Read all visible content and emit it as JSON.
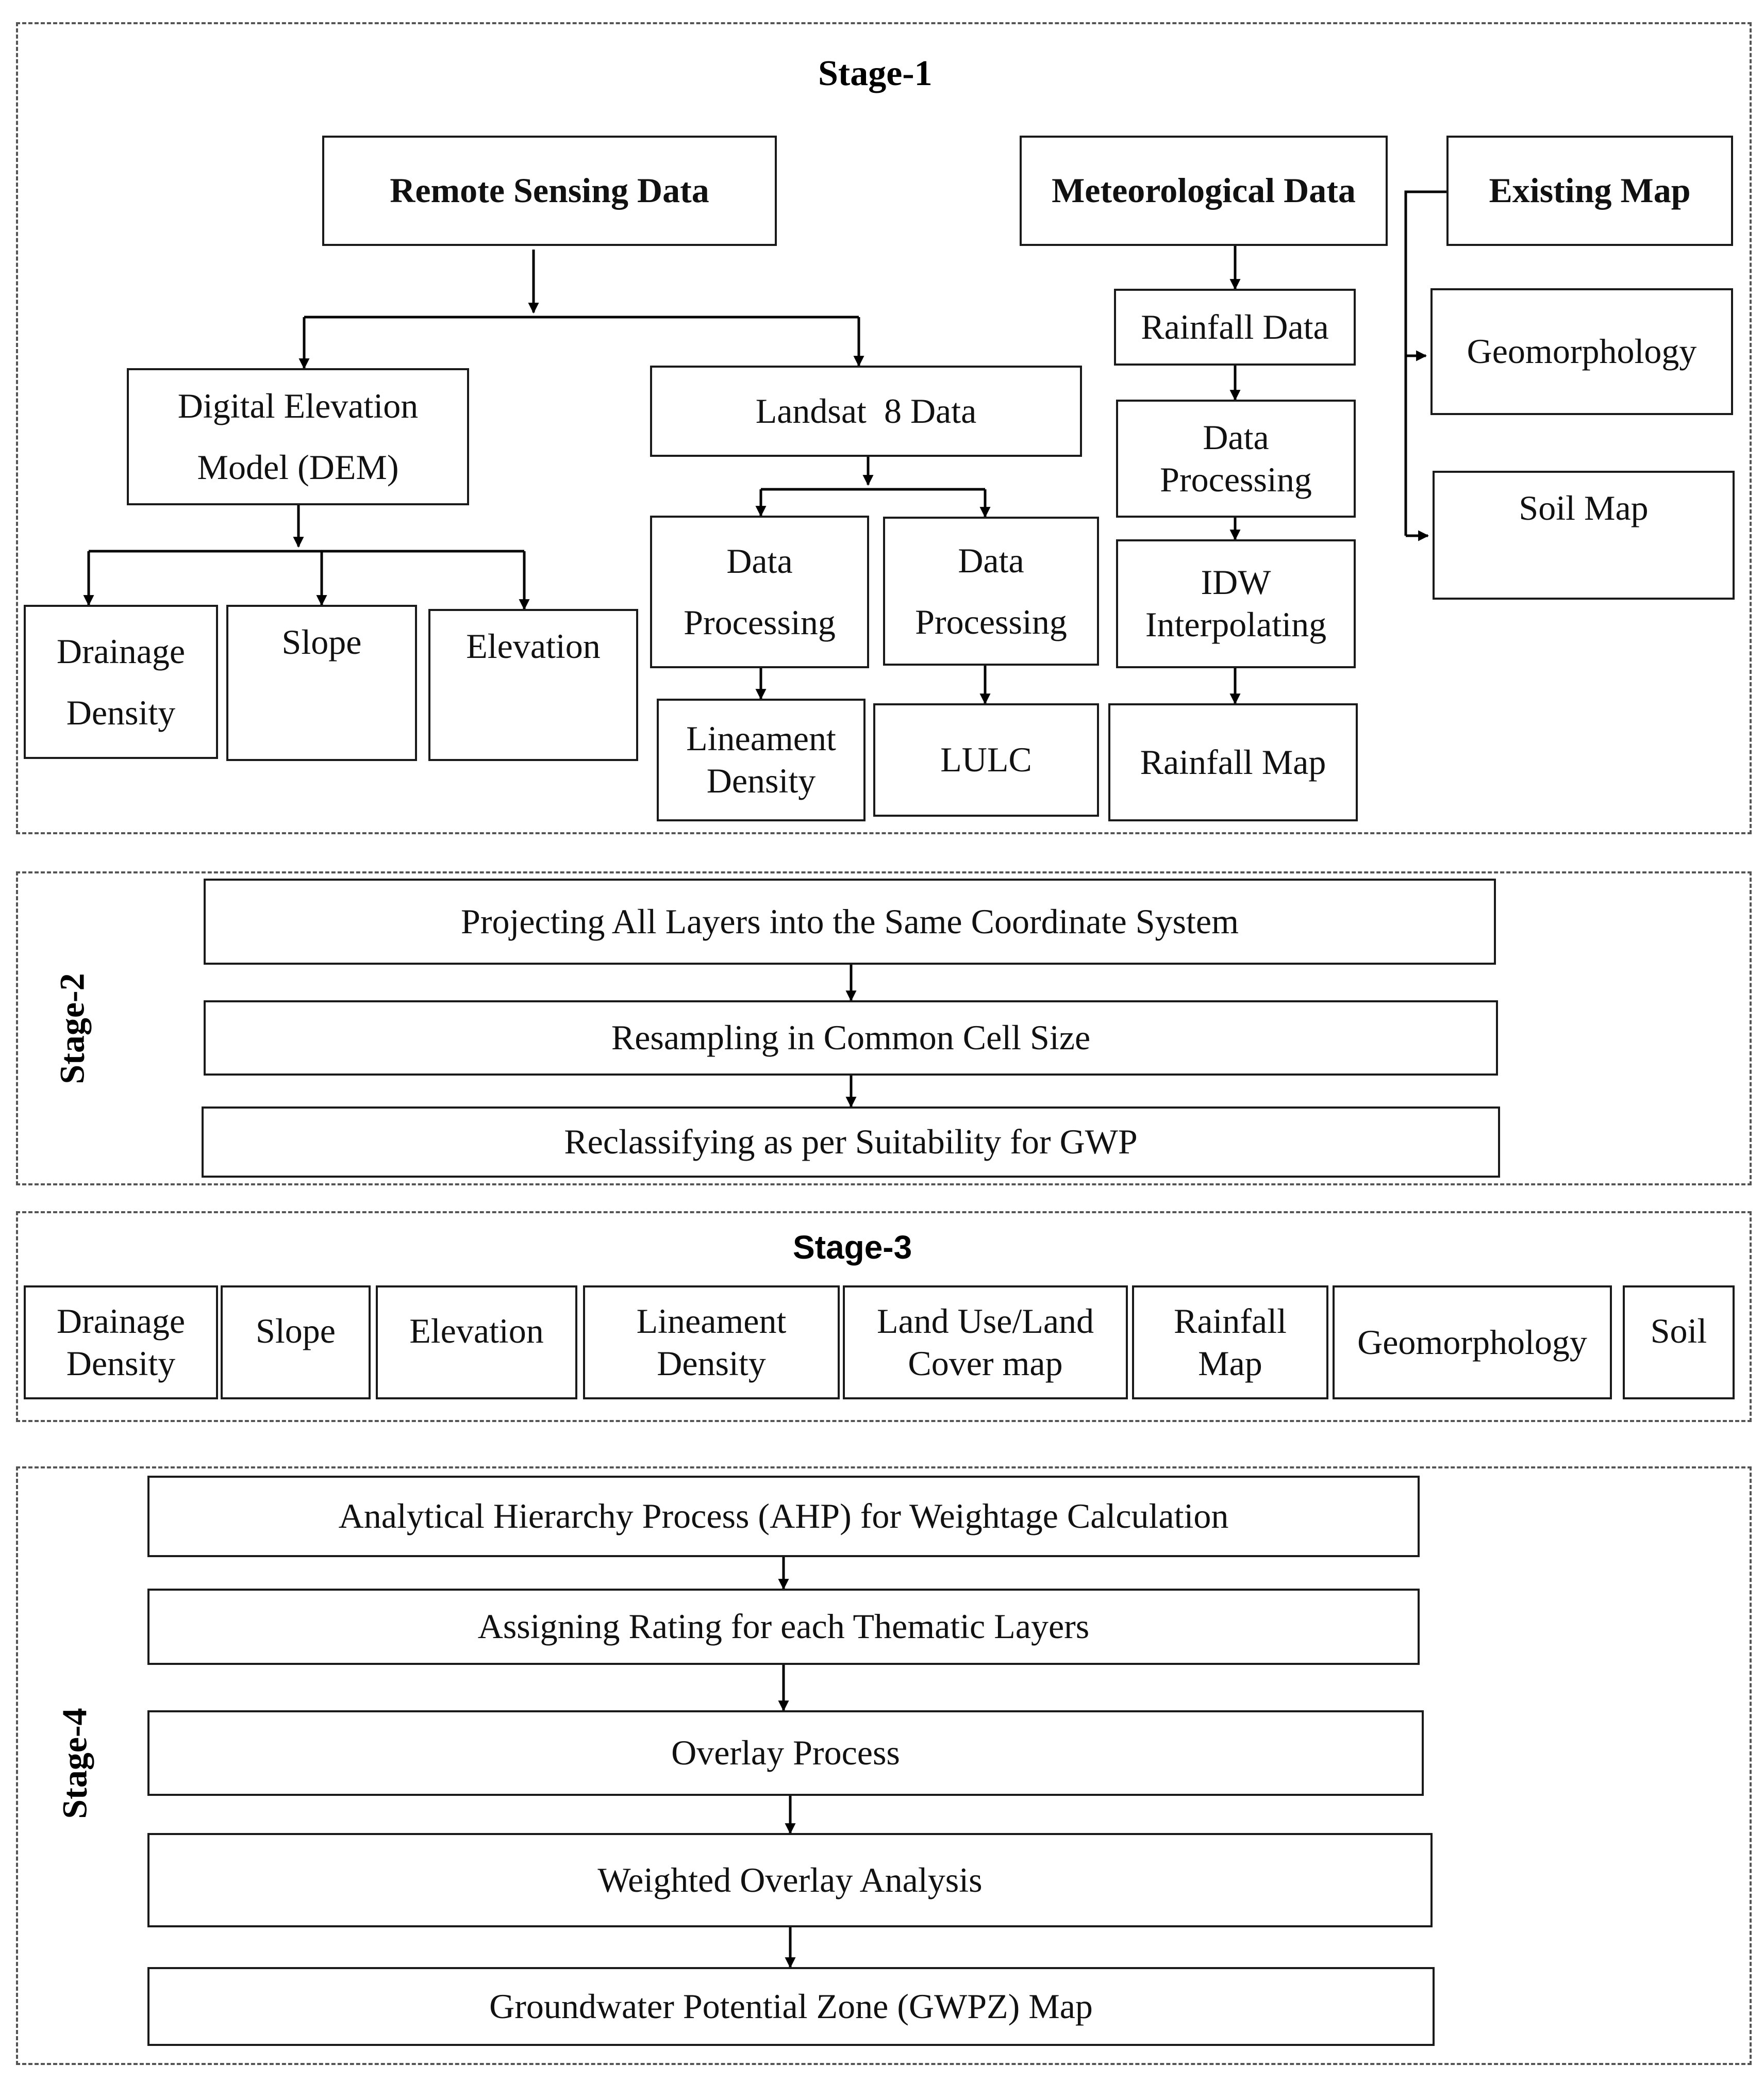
{
  "stage1": {
    "title": "Stage-1",
    "remote_sensing": "Remote Sensing Data",
    "meteorological": "Meteorological Data",
    "existing_map": "Existing Map",
    "dem": [
      "Digital Elevation",
      "Model (DEM)"
    ],
    "landsat": "Landsat  8 Data",
    "dem_outputs": {
      "drainage": [
        "Drainage",
        "Density"
      ],
      "slope": "Slope",
      "elevation": "Elevation"
    },
    "landsat_processing_left": [
      "Data",
      "Processing"
    ],
    "landsat_processing_right": [
      "Data",
      "Processing"
    ],
    "lineament": [
      "Lineament",
      "Density"
    ],
    "lulc": "LULC",
    "rainfall_data": "Rainfall Data",
    "rain_processing": [
      "Data",
      "Processing"
    ],
    "idw": [
      "IDW",
      "Interpolating"
    ],
    "rainfall_map": "Rainfall Map",
    "geomorphology": "Geomorphology",
    "soil_map": "Soil Map"
  },
  "stage2": {
    "title": "Stage-2",
    "steps": [
      "Projecting All Layers into the Same Coordinate System",
      "Resampling in Common Cell Size",
      "Reclassifying as per Suitability for GWP"
    ]
  },
  "stage3": {
    "title": "Stage-3",
    "layers": [
      [
        "Drainage",
        "Density"
      ],
      [
        "Slope"
      ],
      [
        "Elevation"
      ],
      [
        "Lineament",
        "Density"
      ],
      [
        "Land Use/Land",
        "Cover map"
      ],
      [
        "Rainfall",
        "Map"
      ],
      [
        "Geomorphology"
      ],
      [
        "Soil"
      ]
    ]
  },
  "stage4": {
    "title": "Stage-4",
    "steps": [
      "Analytical Hierarchy Process (AHP) for Weightage Calculation",
      "Assigning Rating for each Thematic Layers",
      "Overlay Process",
      "Weighted Overlay Analysis",
      "Groundwater Potential Zone (GWPZ) Map"
    ]
  }
}
